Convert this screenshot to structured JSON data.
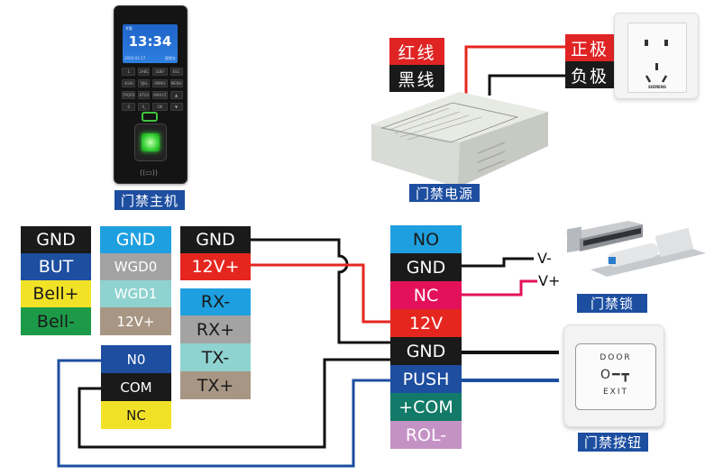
{
  "devices": {
    "terminal": {
      "caption": "门禁主机",
      "screen_time": "13:34",
      "screen_date": "2020-01-17",
      "screen_day": "星期五",
      "screen_header": "考勤",
      "keys": [
        "1",
        "2ABC",
        "3DEF",
        "ESC",
        "4GHI",
        "5JKL",
        "6MNO",
        "MENU",
        "7PQRS",
        "8TUV",
        "9WXYZ",
        "▲",
        "0",
        "0_",
        "OK",
        "▼"
      ]
    },
    "power_supply": {
      "caption": "门禁电源",
      "wire_labels": [
        {
          "text": "红线",
          "color": "#e02424"
        },
        {
          "text": "黑线",
          "color": "#1a1a1a"
        }
      ]
    },
    "socket": {
      "brand": "SIEMENS",
      "pole_labels": [
        {
          "text": "正极",
          "color": "#e02424"
        },
        {
          "text": "负极",
          "color": "#1a1a1a"
        }
      ]
    },
    "lock": {
      "caption": "门禁锁",
      "terminals": [
        "V-",
        "V+"
      ]
    },
    "exit_button": {
      "caption": "门禁按钮",
      "top_text": "DOOR",
      "bottom_text": "EXIT"
    }
  },
  "terminal_blocks": {
    "col1": [
      {
        "label": "GND",
        "bg": "#1a1a1a",
        "fg": "#ffffff"
      },
      {
        "label": "BUT",
        "bg": "#1d4ea0",
        "fg": "#ffffff"
      },
      {
        "label": "Bell+",
        "bg": "#f2e227",
        "fg": "#1a1a1a"
      },
      {
        "label": "Bell-",
        "bg": "#1c9a48",
        "fg": "#1a1a1a"
      }
    ],
    "col2": [
      {
        "label": "GND",
        "bg": "#1ea0e0",
        "fg": "#ffffff"
      },
      {
        "label": "WGD0",
        "bg": "#a3a3a3",
        "fg": "#ffffff"
      },
      {
        "label": "WGD1",
        "bg": "#8fd3d0",
        "fg": "#ffffff"
      },
      {
        "label": "12V+",
        "bg": "#a89684",
        "fg": "#ffffff"
      }
    ],
    "col3_power": [
      {
        "label": "GND",
        "bg": "#1a1a1a",
        "fg": "#ffffff"
      },
      {
        "label": "12V+",
        "bg": "#e5261f",
        "fg": "#ffffff"
      }
    ],
    "col3_serial": [
      {
        "label": "RX-",
        "bg": "#1ea0e0",
        "fg": "#1a1a1a"
      },
      {
        "label": "RX+",
        "bg": "#a3a3a3",
        "fg": "#1a1a1a"
      },
      {
        "label": "TX-",
        "bg": "#8fd3d0",
        "fg": "#1a1a1a"
      },
      {
        "label": "TX+",
        "bg": "#a89684",
        "fg": "#1a1a1a"
      }
    ],
    "relay": [
      {
        "label": "N0",
        "bg": "#1d4ea0",
        "fg": "#ffffff"
      },
      {
        "label": "COM",
        "bg": "#1a1a1a",
        "fg": "#ffffff"
      },
      {
        "label": "NC",
        "bg": "#f2e227",
        "fg": "#1a1a1a"
      }
    ],
    "controller": [
      {
        "label": "NO",
        "bg": "#1ea0e0",
        "fg": "#1a1a1a"
      },
      {
        "label": "GND",
        "bg": "#1a1a1a",
        "fg": "#ffffff"
      },
      {
        "label": "NC",
        "bg": "#e3115a",
        "fg": "#ffffff"
      },
      {
        "label": "12V",
        "bg": "#e5261f",
        "fg": "#ffffff"
      },
      {
        "label": "GND",
        "bg": "#1a1a1a",
        "fg": "#ffffff"
      },
      {
        "label": "PUSH",
        "bg": "#1d4ea0",
        "fg": "#ffffff"
      },
      {
        "label": "+COM",
        "bg": "#127a68",
        "fg": "#ffffff"
      },
      {
        "label": "ROL-",
        "bg": "#c592c6",
        "fg": "#ffffff"
      }
    ]
  },
  "wire_colors": {
    "black": "#111111",
    "red": "#e5261f",
    "magenta": "#e3115a",
    "blue": "#1d4ea0"
  }
}
